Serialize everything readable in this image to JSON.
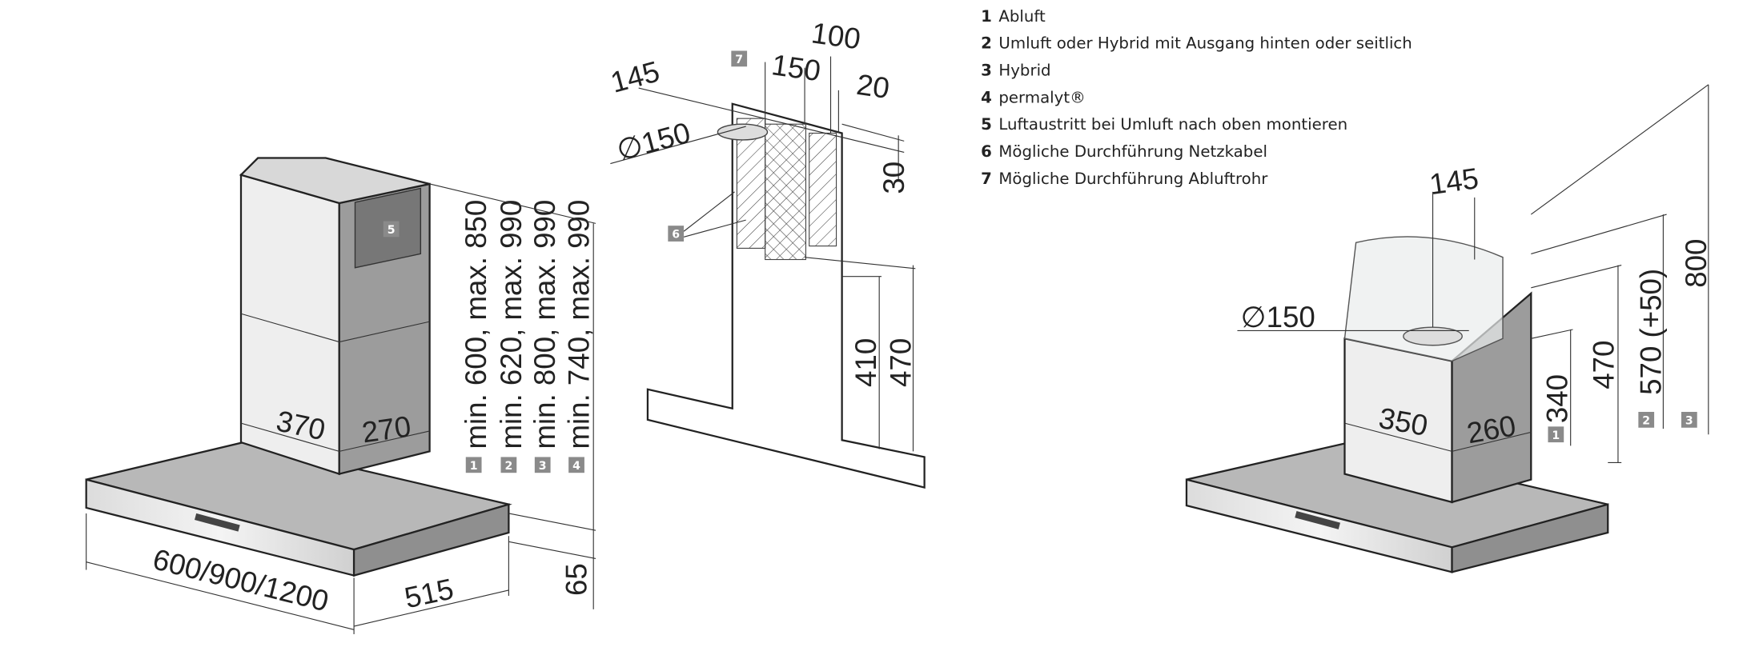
{
  "legend": [
    {
      "num": "1",
      "text": "Abluft"
    },
    {
      "num": "2",
      "text": "Umluft oder Hybrid mit Ausgang hinten oder seitlich"
    },
    {
      "num": "3",
      "text": "Hybrid"
    },
    {
      "num": "4",
      "text": "permalyt®"
    },
    {
      "num": "5",
      "text": "Luftaustritt bei Umluft nach oben montieren"
    },
    {
      "num": "6",
      "text": "Mögliche Durchführung Netzkabel"
    },
    {
      "num": "7",
      "text": "Mögliche Durchführung Abluftrohr"
    }
  ],
  "left": {
    "width": "600/900/1200",
    "depth": "515",
    "canopy_height": "65",
    "chimney_width": "370",
    "chimney_depth": "270",
    "heights": [
      {
        "badge": "1",
        "text": "min. 600, max. 850"
      },
      {
        "badge": "2",
        "text": "min. 620, max. 990"
      },
      {
        "badge": "3",
        "text": "min. 800, max. 990"
      },
      {
        "badge": "4",
        "text": "min. 740, max. 990"
      }
    ],
    "vent_badge": "5"
  },
  "middle": {
    "d145": "145",
    "d150": "150",
    "d100": "100",
    "d20": "20",
    "pipe": "∅150",
    "d30": "30",
    "d410": "410",
    "d470": "470",
    "badge6": "6",
    "badge7": "7"
  },
  "right": {
    "d145": "145",
    "pipe": "∅150",
    "d350": "350",
    "d260": "260",
    "d340": "340",
    "d470": "470",
    "d570": "570 (+50)",
    "d800": "800",
    "badge1": "1",
    "badge2": "2",
    "badge3": "3"
  }
}
